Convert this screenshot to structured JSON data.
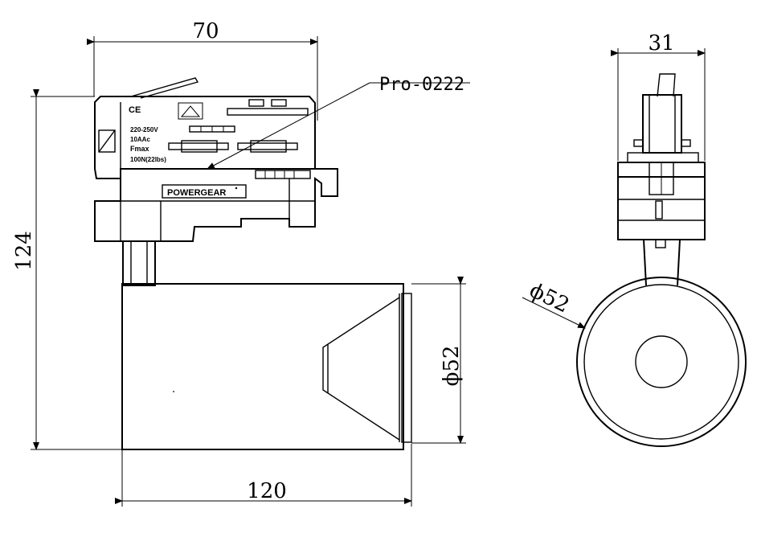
{
  "dimensions": {
    "top_width": "70",
    "height": "124",
    "bottom_length": "120",
    "front_diameter": "ϕ52",
    "side_width": "31",
    "side_diameter": "ϕ52"
  },
  "callout": {
    "model": "Pro-0222"
  },
  "adapter_label": {
    "ce": "CE",
    "voltage": "220-250V",
    "current": "10AAc",
    "fmax": "Fmax",
    "load": "100N(22lbs)",
    "brand": "POWERGEAR"
  }
}
